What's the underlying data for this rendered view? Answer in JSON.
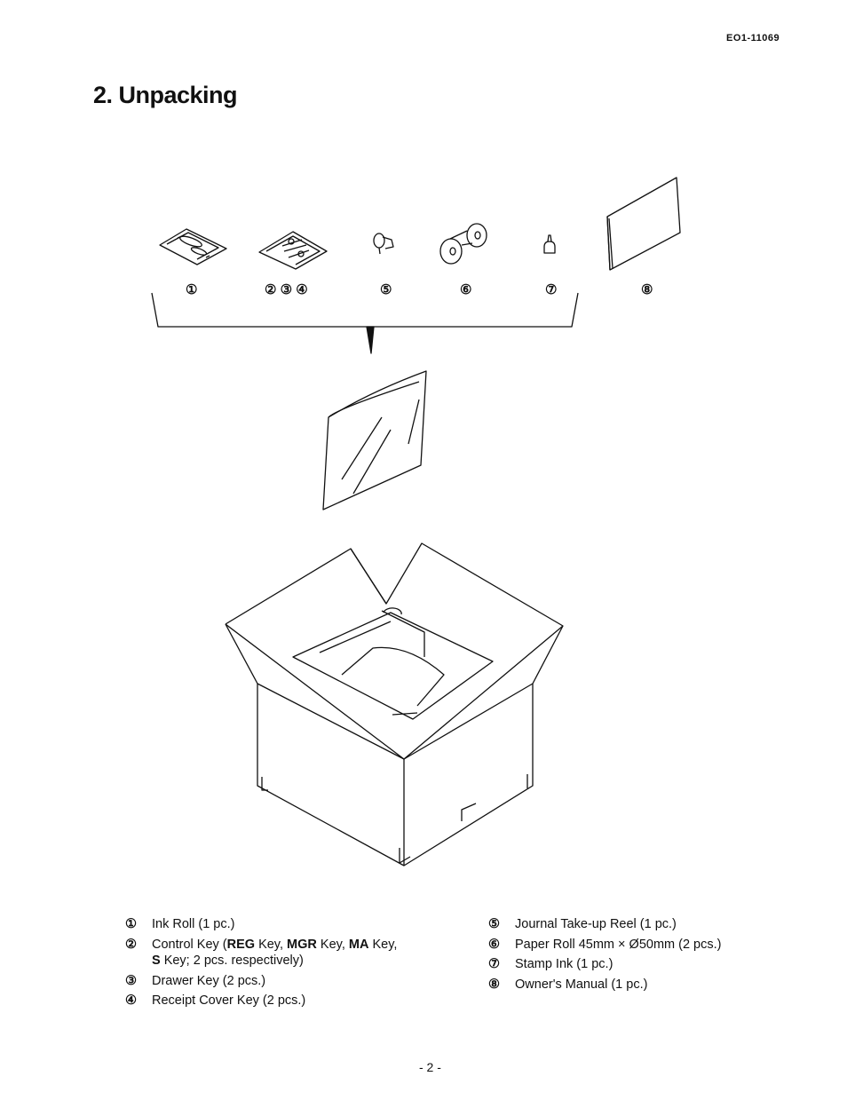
{
  "header": {
    "doc_number": "EO1-11069",
    "title": "2.  Unpacking"
  },
  "callouts": [
    "①",
    "② ③ ④",
    "⑤",
    "⑥",
    "⑦",
    "⑧"
  ],
  "legend_left": [
    {
      "num": "①",
      "parts": [
        {
          "t": "Ink Roll (1 pc.)"
        }
      ]
    },
    {
      "num": "②",
      "parts": [
        {
          "t": "Control Key ("
        },
        {
          "t": "REG",
          "b": true
        },
        {
          "t": " Key, "
        },
        {
          "t": "MGR",
          "b": true
        },
        {
          "t": " Key, "
        },
        {
          "t": "MA",
          "b": true
        },
        {
          "t": " Key,"
        }
      ],
      "cont": [
        {
          "t": "S",
          "b": true
        },
        {
          "t": " Key; 2 pcs. respectively)"
        }
      ]
    },
    {
      "num": "③",
      "parts": [
        {
          "t": "Drawer Key (2 pcs.)"
        }
      ]
    },
    {
      "num": "④",
      "parts": [
        {
          "t": "Receipt Cover Key (2 pcs.)"
        }
      ]
    }
  ],
  "legend_right": [
    {
      "num": "⑤",
      "parts": [
        {
          "t": "Journal Take-up Reel (1 pc.)"
        }
      ]
    },
    {
      "num": "⑥",
      "parts": [
        {
          "t": "Paper Roll 45mm × Ø50mm (2 pcs.)"
        }
      ]
    },
    {
      "num": "⑦",
      "parts": [
        {
          "t": "Stamp Ink (1 pc.)"
        }
      ]
    },
    {
      "num": "⑧",
      "parts": [
        {
          "t": "Owner's Manual (1 pc.)"
        }
      ]
    }
  ],
  "footer": {
    "page_number": "- 2 -"
  }
}
